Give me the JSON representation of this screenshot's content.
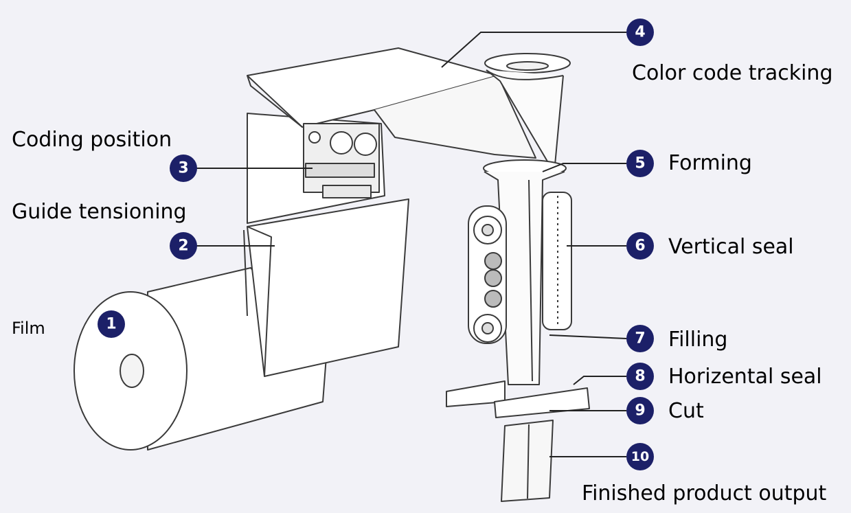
{
  "colors": {
    "background": "#f2f2f7",
    "badge": "#1c2068",
    "line": "#222222",
    "label": "#000000"
  },
  "callouts": [
    {
      "number": "1",
      "label": "Film"
    },
    {
      "number": "2",
      "label": "Guide tensioning"
    },
    {
      "number": "3",
      "label": "Coding position"
    },
    {
      "number": "4",
      "label": "Color code tracking"
    },
    {
      "number": "5",
      "label": "Forming"
    },
    {
      "number": "6",
      "label": "Vertical seal"
    },
    {
      "number": "7",
      "label": "Filling"
    },
    {
      "number": "8",
      "label": "Horizental seal"
    },
    {
      "number": "9",
      "label": "Cut"
    },
    {
      "number": "10",
      "label": "Finished product output"
    }
  ]
}
